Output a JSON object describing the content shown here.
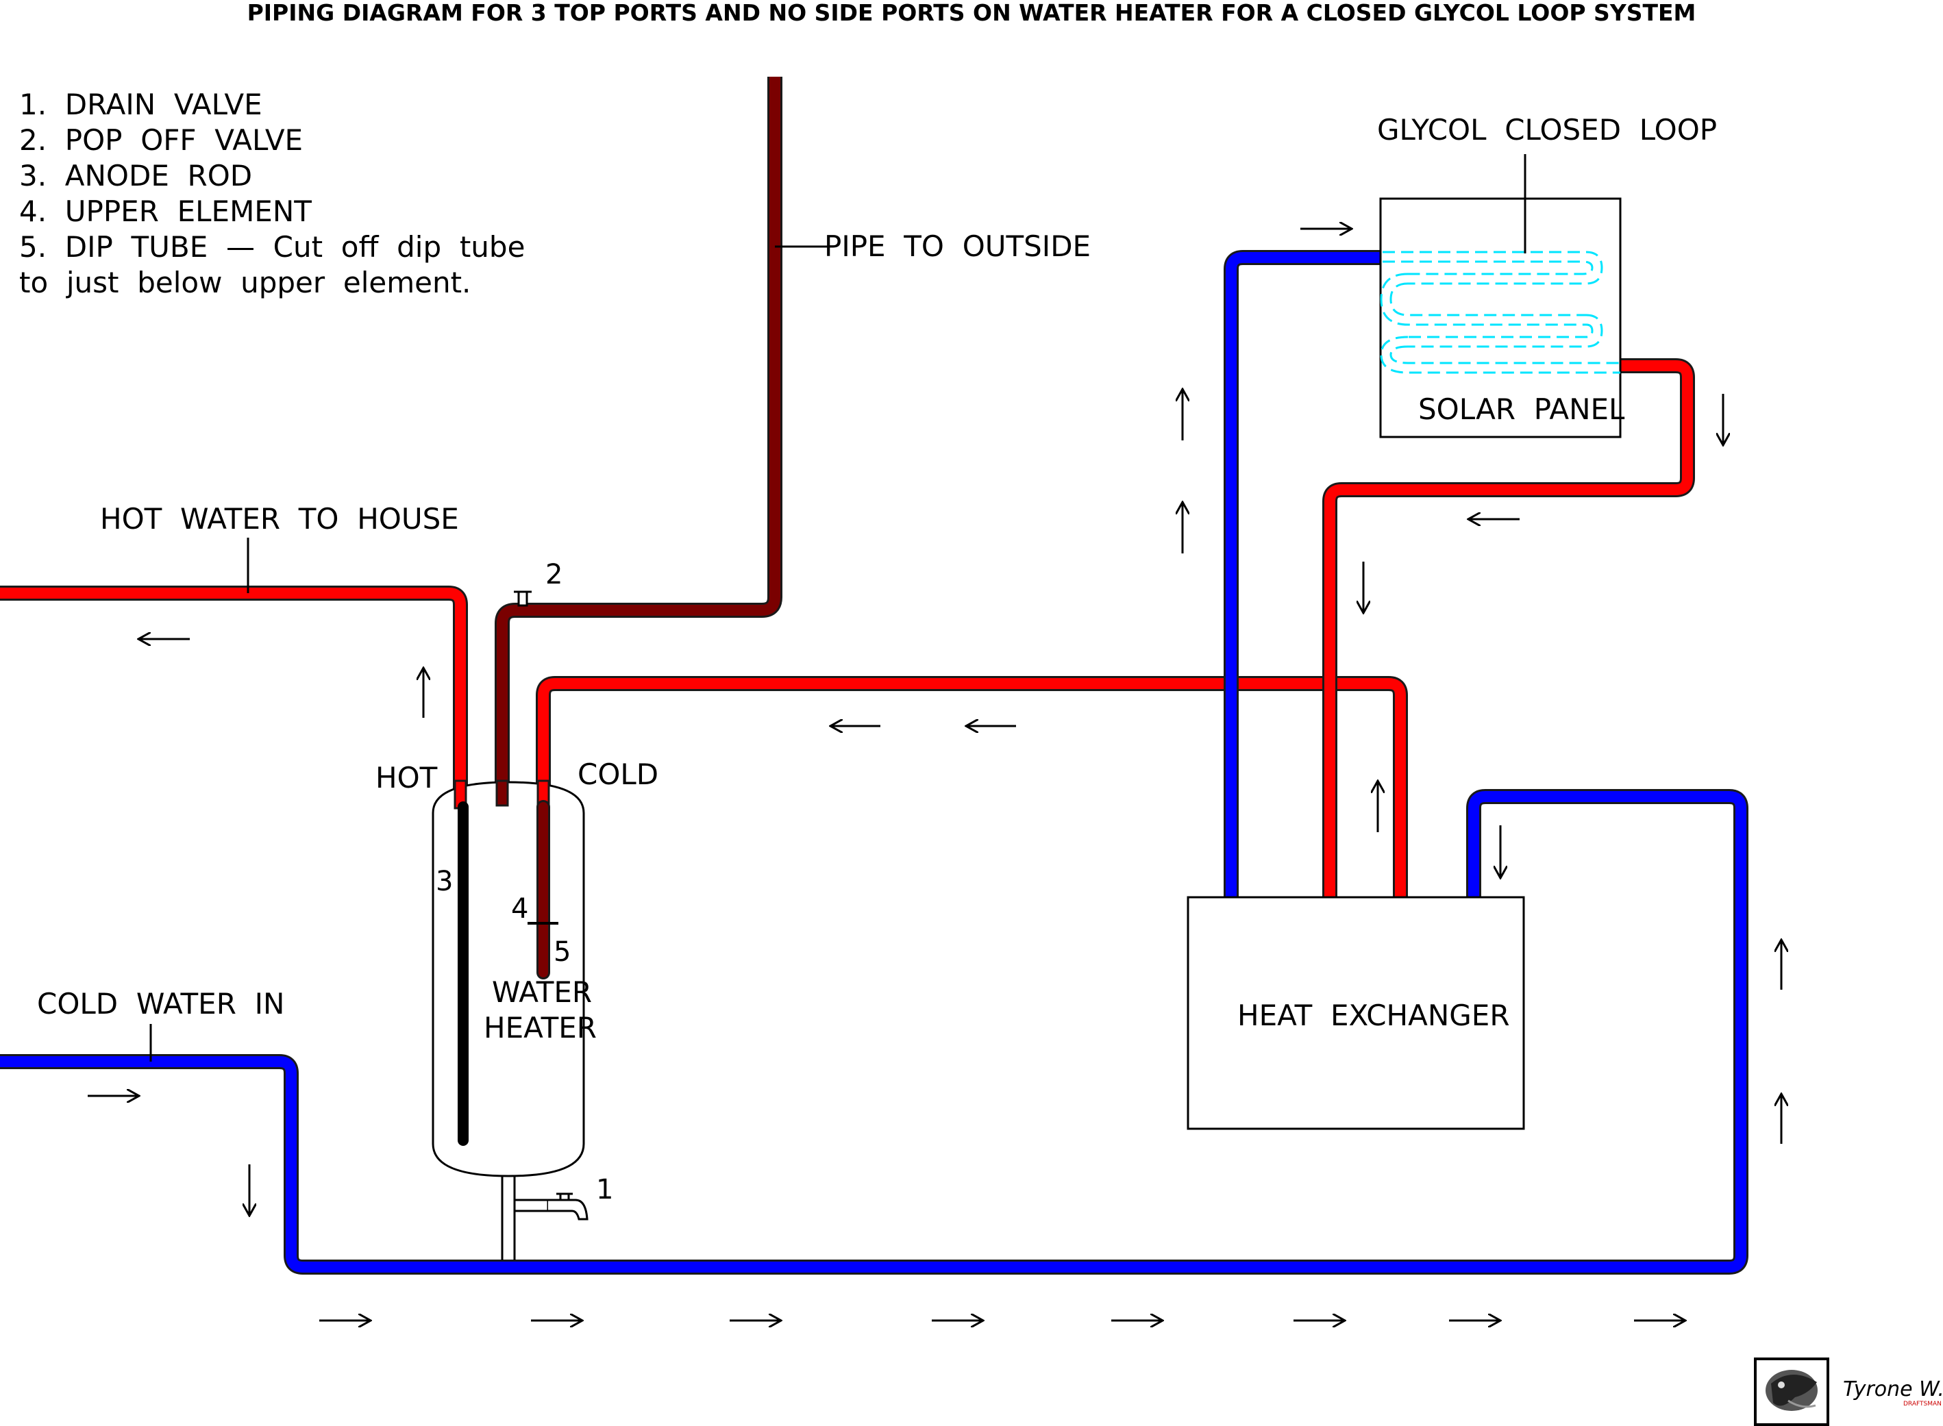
{
  "title": "PIPING DIAGRAM FOR 3 TOP PORTS AND NO SIDE PORTS ON WATER HEATER FOR A CLOSED GLYCOL LOOP SYSTEM",
  "legend": [
    "1.  DRAIN  VALVE",
    "2.  POP  OFF  VALVE",
    "3.  ANODE  ROD",
    "4.  UPPER  ELEMENT",
    "5.  DIP  TUBE  —  Cut  off  dip  tube",
    "to  just  below  upper  element."
  ],
  "labels": {
    "pipe_to_outside": "PIPE  TO  OUTSIDE",
    "glycol_closed_loop": "GLYCOL  CLOSED  LOOP",
    "solar_panel": "SOLAR  PANEL",
    "hot_water_to_house": "HOT  WATER  TO  HOUSE",
    "hot": "HOT",
    "cold": "COLD",
    "water_heater_line1": "WATER",
    "water_heater_line2": "HEATER",
    "heat_exchanger": "HEAT  EXCHANGER",
    "cold_water_in": "COLD  WATER  IN",
    "num_1": "1",
    "num_2": "2",
    "num_3": "3",
    "num_4": "4",
    "num_5": "5"
  },
  "signature": {
    "name": "Tyrone W. King",
    "subtitle": "DRAFTSMAN"
  },
  "colors": {
    "hot_pipe": "#ff0000",
    "cold_pipe": "#0000ff",
    "vent_pipe": "#7a0000",
    "glycol_coil": "#00e5ff",
    "outline": "#000000",
    "pipe_edge": "#1a1a1a"
  }
}
